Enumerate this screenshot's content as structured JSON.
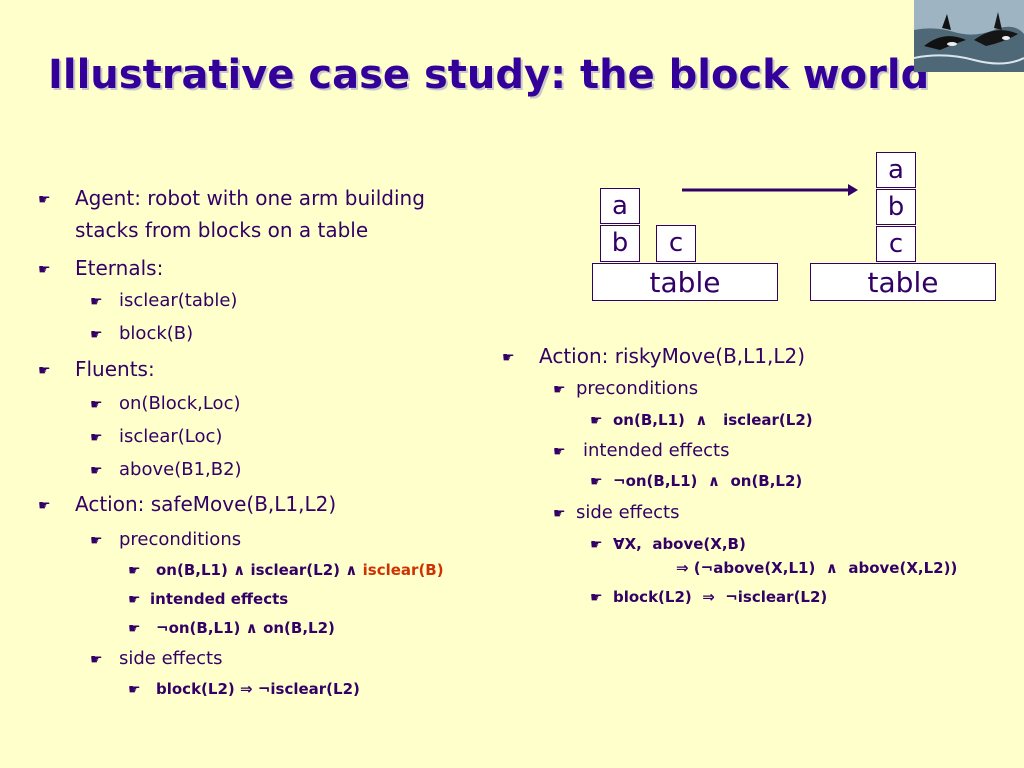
{
  "title": "Illustrative case study: the block world",
  "left": {
    "agent_l1": "Agent: robot with one arm building",
    "agent_l2": "stacks from blocks on a table",
    "eternals": "Eternals:",
    "eternals_items": [
      "isclear(table)",
      "block(B)"
    ],
    "fluents": "Fluents:",
    "fluents_items": [
      "on(Block,Loc)",
      "isclear(Loc)",
      "above(B1,B2)"
    ],
    "action": "Action: safeMove(B,L1,L2)",
    "preconditions": "preconditions",
    "pre_a": "on(B,L1)",
    "and": "∧",
    "pre_b": "isclear(L2)",
    "pre_c": "isclear(B)",
    "intended": "intended effects",
    "eff_not": "¬",
    "eff_a": "on(B,L1)",
    "eff_b": "on(B,L2)",
    "side": "side effects",
    "side_a": "block(L2)",
    "implies": "⇒",
    "side_b": "¬isclear(L2)"
  },
  "right": {
    "action": "Action: riskyMove(B,L1,L2)",
    "preconditions": "preconditions",
    "pre": "on(B,L1)  ∧   isclear(L2)",
    "intended": "intended effects",
    "eff": "¬on(B,L1)  ∧  on(B,L2)",
    "side": "side effects",
    "side_1": "∀X,  above(X,B)",
    "side_2": "⇒ (¬above(X,L1)  ∧  above(X,L2))",
    "side_3": "block(L2)  ⇒  ¬isclear(L2)"
  },
  "diagram": {
    "left_blocks": [
      "a",
      "b",
      "c"
    ],
    "right_blocks": [
      "a",
      "b",
      "c"
    ],
    "table": "table"
  },
  "bullet_glyph": "☛",
  "photo_icon": "orca-photo"
}
